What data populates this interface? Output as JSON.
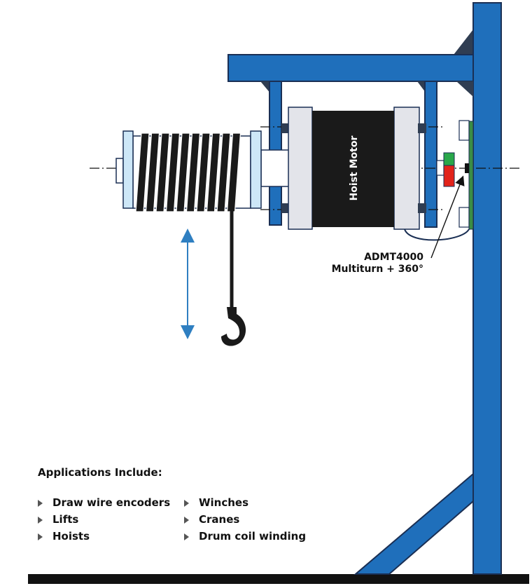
{
  "motor_label": "Hoist Motor",
  "sensor": {
    "line1": "ADMT4000",
    "line2": "Multiturn + 360°"
  },
  "applications": {
    "title": "Applications Include:",
    "column1": [
      "Draw wire encoders",
      "Lifts",
      "Hoists"
    ],
    "column2": [
      "Winches",
      "Cranes",
      "Drum coil winding"
    ]
  },
  "colors": {
    "structure_blue": "#1f6fbb",
    "outline_dark": "#1a2f54",
    "drum_light_blue": "#cde7f7",
    "motor_black": "#1a1a1a",
    "flange_gray": "#e3e4ea",
    "magnet_north": "#2aa84a",
    "magnet_south": "#e2231a",
    "arrow_blue": "#2f7fc1"
  }
}
